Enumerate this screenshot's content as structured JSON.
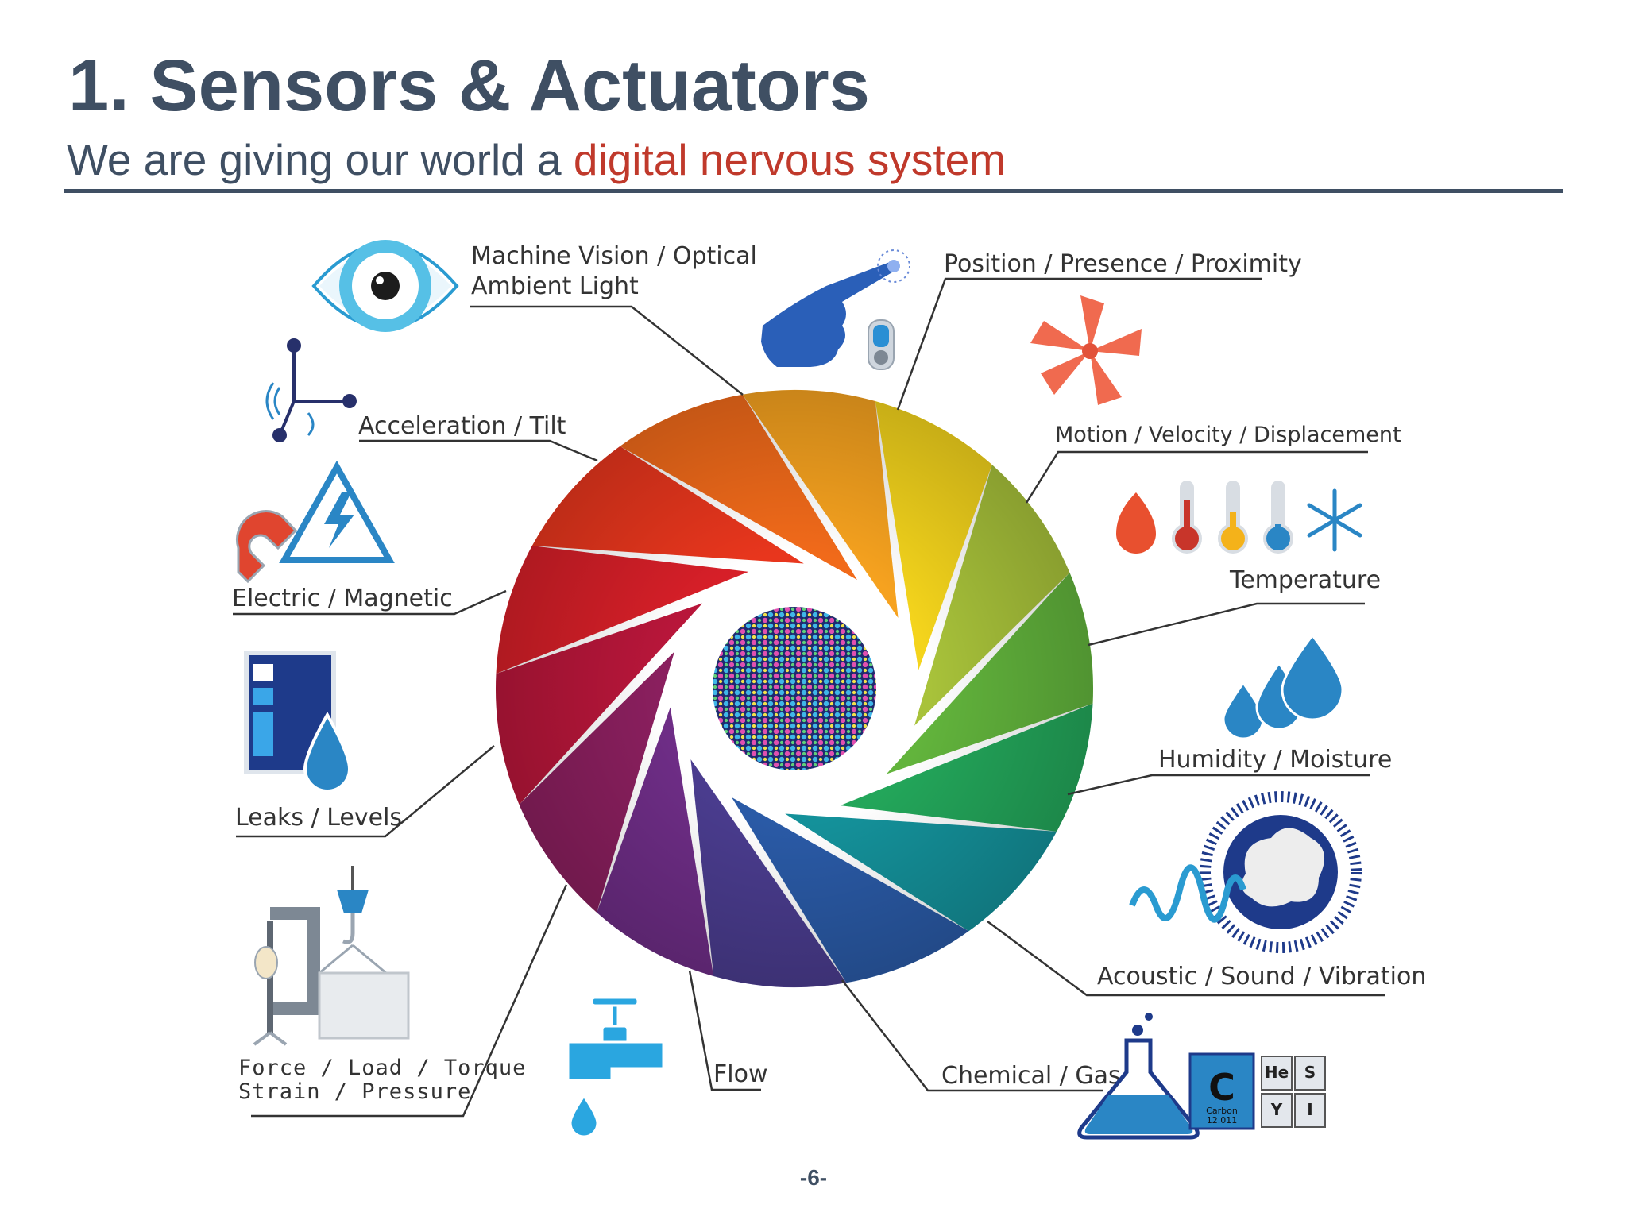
{
  "slide": {
    "title": "1. Sensors & Actuators",
    "subtitle_lead": "We are giving our world a ",
    "subtitle_accent": "digital nervous system",
    "page_number": "-6-"
  },
  "colors": {
    "title": "#3f4f63",
    "accent": "#c0392b",
    "icon_blue": "#2a86c5"
  },
  "sensors": {
    "vision": {
      "line1": "Machine Vision / Optical",
      "line2": "Ambient Light",
      "icon": "eye-icon"
    },
    "position": {
      "label": "Position / Presence / Proximity",
      "icon": "pointing-hand-icon"
    },
    "acceleration": {
      "label": "Acceleration / Tilt",
      "icon": "axes-icon"
    },
    "motion": {
      "label": "Motion / Velocity / Displacement",
      "icon": "pinwheel-icon"
    },
    "electric": {
      "label": "Electric / Magnetic",
      "icon": "magnet-warning-icon"
    },
    "temperature": {
      "label": "Temperature",
      "icon": "thermometers-icon"
    },
    "leaks": {
      "label": "Leaks / Levels",
      "icon": "tank-drop-icon"
    },
    "humidity": {
      "label": "Humidity / Moisture",
      "icon": "droplets-icon"
    },
    "acoustic": {
      "label": "Acoustic / Sound / Vibration",
      "icon": "sound-burst-icon"
    },
    "force": {
      "line1": "Force / Load / Torque",
      "line2": "Strain / Pressure",
      "icon": "clamp-hook-icon"
    },
    "flow": {
      "label": "Flow",
      "icon": "faucet-icon"
    },
    "chemical": {
      "label": "Chemical / Gas",
      "icon": "flask-elements-icon"
    }
  },
  "elements": {
    "carbon_symbol": "C",
    "carbon_name": "Carbon",
    "carbon_weight": "12.011",
    "he": "He",
    "s": "S",
    "y": "Y",
    "i": "I"
  }
}
